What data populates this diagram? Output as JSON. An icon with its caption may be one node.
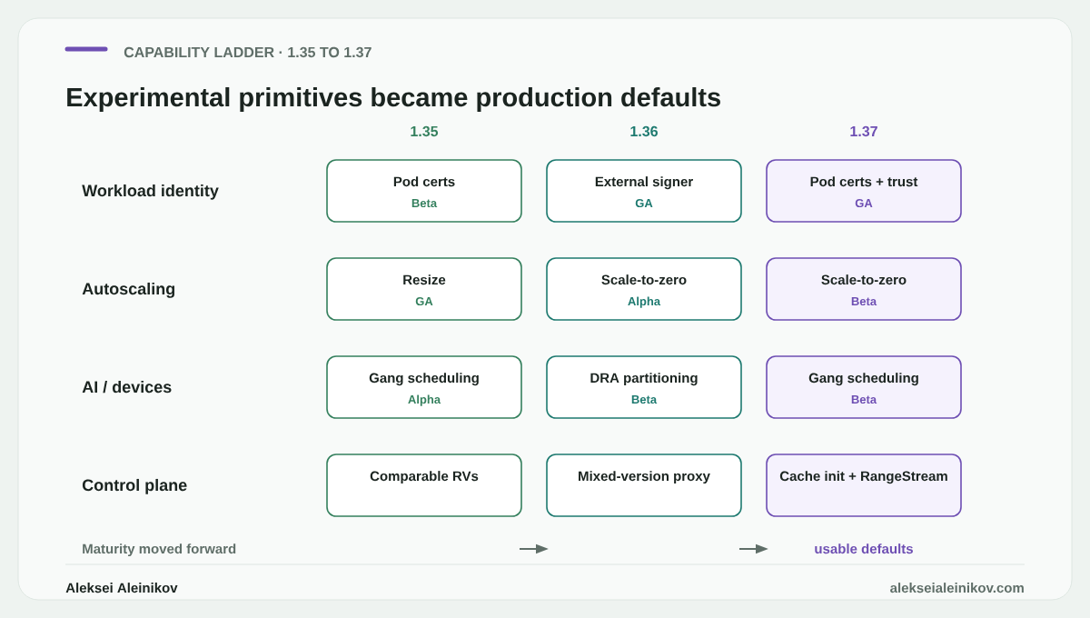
{
  "diagram": {
    "title": "Experimental primitives became production defaults",
    "nodes": [
      {
        "text": [
          "Pod certs",
          "Beta"
        ]
      },
      {
        "text": [
          "External signer",
          "GA"
        ]
      },
      {
        "text": [
          "Pod certs + trust",
          "GA"
        ]
      },
      {
        "text": [
          "Resize",
          "GA"
        ]
      },
      {
        "text": [
          "Scale-to-zero",
          "Alpha"
        ]
      },
      {
        "text": [
          "Scale-to-zero",
          "Beta"
        ]
      },
      {
        "text": [
          "Gang scheduling",
          "Alpha"
        ]
      },
      {
        "text": [
          "DRA partitioning",
          "Beta"
        ]
      },
      {
        "text": [
          "Gang scheduling",
          "Beta"
        ]
      },
      {
        "text": [
          "Comparable RVs"
        ]
      },
      {
        "text": [
          "Mixed-version proxy"
        ]
      },
      {
        "text": [
          "Cache init + RangeStream"
        ]
      }
    ],
    "labels": [
      "CAPABILITY LADDER · 1.35 TO 1.37",
      "1.35",
      "1.36",
      "1.37",
      "Workload identity",
      "Autoscaling",
      "AI / devices",
      "Control plane",
      "Maturity moved forward",
      "usable defaults",
      "Aleksei Aleinikov",
      "alekseialeinikov.com"
    ]
  }
}
